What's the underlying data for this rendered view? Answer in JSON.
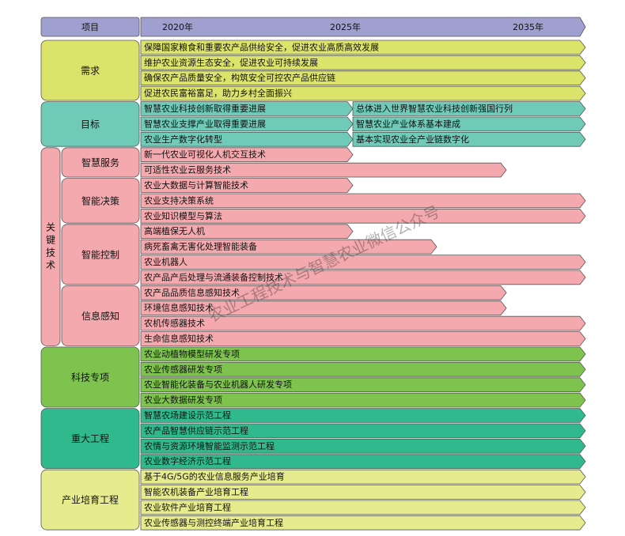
{
  "header": {
    "label": "项目",
    "years": [
      "2020年",
      "2025年",
      "2035年"
    ]
  },
  "colors": {
    "header": "#9fa0d0",
    "demand": "#dbe36a",
    "goal": "#6fcab8",
    "key_tech": "#f4a9ae",
    "sci_projects": "#7fc34f",
    "major_projects": "#2fb98d",
    "industry": "#e6ec8e",
    "stroke": "#555555"
  },
  "groups": [
    {
      "id": "demand",
      "label": "需求",
      "color_key": "demand",
      "bars": [
        {
          "text": "保障国家粮食和重要农产品供给安全，促进农业高质高效发展",
          "span": "full"
        },
        {
          "text": "维护农业资源生态安全，促进农业可持续发展",
          "span": "full"
        },
        {
          "text": "确保农产品质量安全，构筑安全可控农产品供应链",
          "span": "full"
        },
        {
          "text": "促进农民富裕富足，助力乡村全面振兴",
          "span": "full"
        }
      ]
    },
    {
      "id": "goal",
      "label": "目标",
      "color_key": "goal",
      "bars": [
        {
          "text": "智慧农业科技创新取得重要进展",
          "span": "split",
          "second": "总体进入世界智慧农业科技创新强国行列"
        },
        {
          "text": "智慧农业支撑产业取得重要进展",
          "span": "split",
          "second": "智慧农业产业体系基本建成"
        },
        {
          "text": "农业生产数字化转型",
          "span": "split",
          "second": "基本实现农业全产业链数字化"
        }
      ]
    }
  ],
  "key_tech": {
    "label": "关键技术",
    "color_key": "key_tech",
    "subgroups": [
      {
        "label": "智慧服务",
        "bars": [
          {
            "text": "新一代农业可视化人机交互技术",
            "span": "to2025"
          },
          {
            "text": "可适性农业云服务技术",
            "span": "mid"
          }
        ]
      },
      {
        "label": "智能决策",
        "bars": [
          {
            "text": "农业大数据与计算智能技术",
            "span": "to2025"
          },
          {
            "text": "农业支持决策系统",
            "span": "full"
          },
          {
            "text": "农业知识模型与算法",
            "span": "full"
          }
        ]
      },
      {
        "label": "智能控制",
        "bars": [
          {
            "text": "高端植保无人机",
            "span": "to2025"
          },
          {
            "text": "病死畜禽无害化处理智能装备",
            "span": "partial"
          },
          {
            "text": "农业机器人",
            "span": "full"
          },
          {
            "text": "农产品产后处理与流通装备控制技术",
            "span": "full"
          }
        ]
      },
      {
        "label": "信息感知",
        "bars": [
          {
            "text": "农产品品质信息感知技术",
            "span": "mid"
          },
          {
            "text": "环境信息感知技术",
            "span": "mid"
          },
          {
            "text": "农机传感器技术",
            "span": "full"
          },
          {
            "text": "生命信息感知技术",
            "span": "full"
          }
        ]
      }
    ]
  },
  "groups_after": [
    {
      "id": "sci_projects",
      "label": "科技专项",
      "color_key": "sci_projects",
      "bars": [
        {
          "text": "农业动植物模型研发专项",
          "span": "full"
        },
        {
          "text": "农业传感器研发专项",
          "span": "full"
        },
        {
          "text": "农业智能化装备与农业机器人研发专项",
          "span": "full"
        },
        {
          "text": "农业大数据研发专项",
          "span": "full"
        }
      ]
    },
    {
      "id": "major_projects",
      "label": "重大工程",
      "color_key": "major_projects",
      "bars": [
        {
          "text": "智慧农场建设示范工程",
          "span": "full"
        },
        {
          "text": "农产品智慧供应链示范工程",
          "span": "full"
        },
        {
          "text": "农情与资源环境智能监测示范工程",
          "span": "full"
        },
        {
          "text": "农业数字经济示范工程",
          "span": "full"
        }
      ]
    },
    {
      "id": "industry",
      "label": "产业培育工程",
      "color_key": "industry",
      "bars": [
        {
          "text": "基于4G/5G的农业信息服务产业培育",
          "span": "full"
        },
        {
          "text": "智能农机装备产业培育工程",
          "span": "full"
        },
        {
          "text": "农业软件产业培育工程",
          "span": "full"
        },
        {
          "text": "农业传感器与测控终端产业培育工程",
          "span": "full"
        }
      ]
    }
  ],
  "watermark": "农业工程技术与智慧农业微信公众号"
}
